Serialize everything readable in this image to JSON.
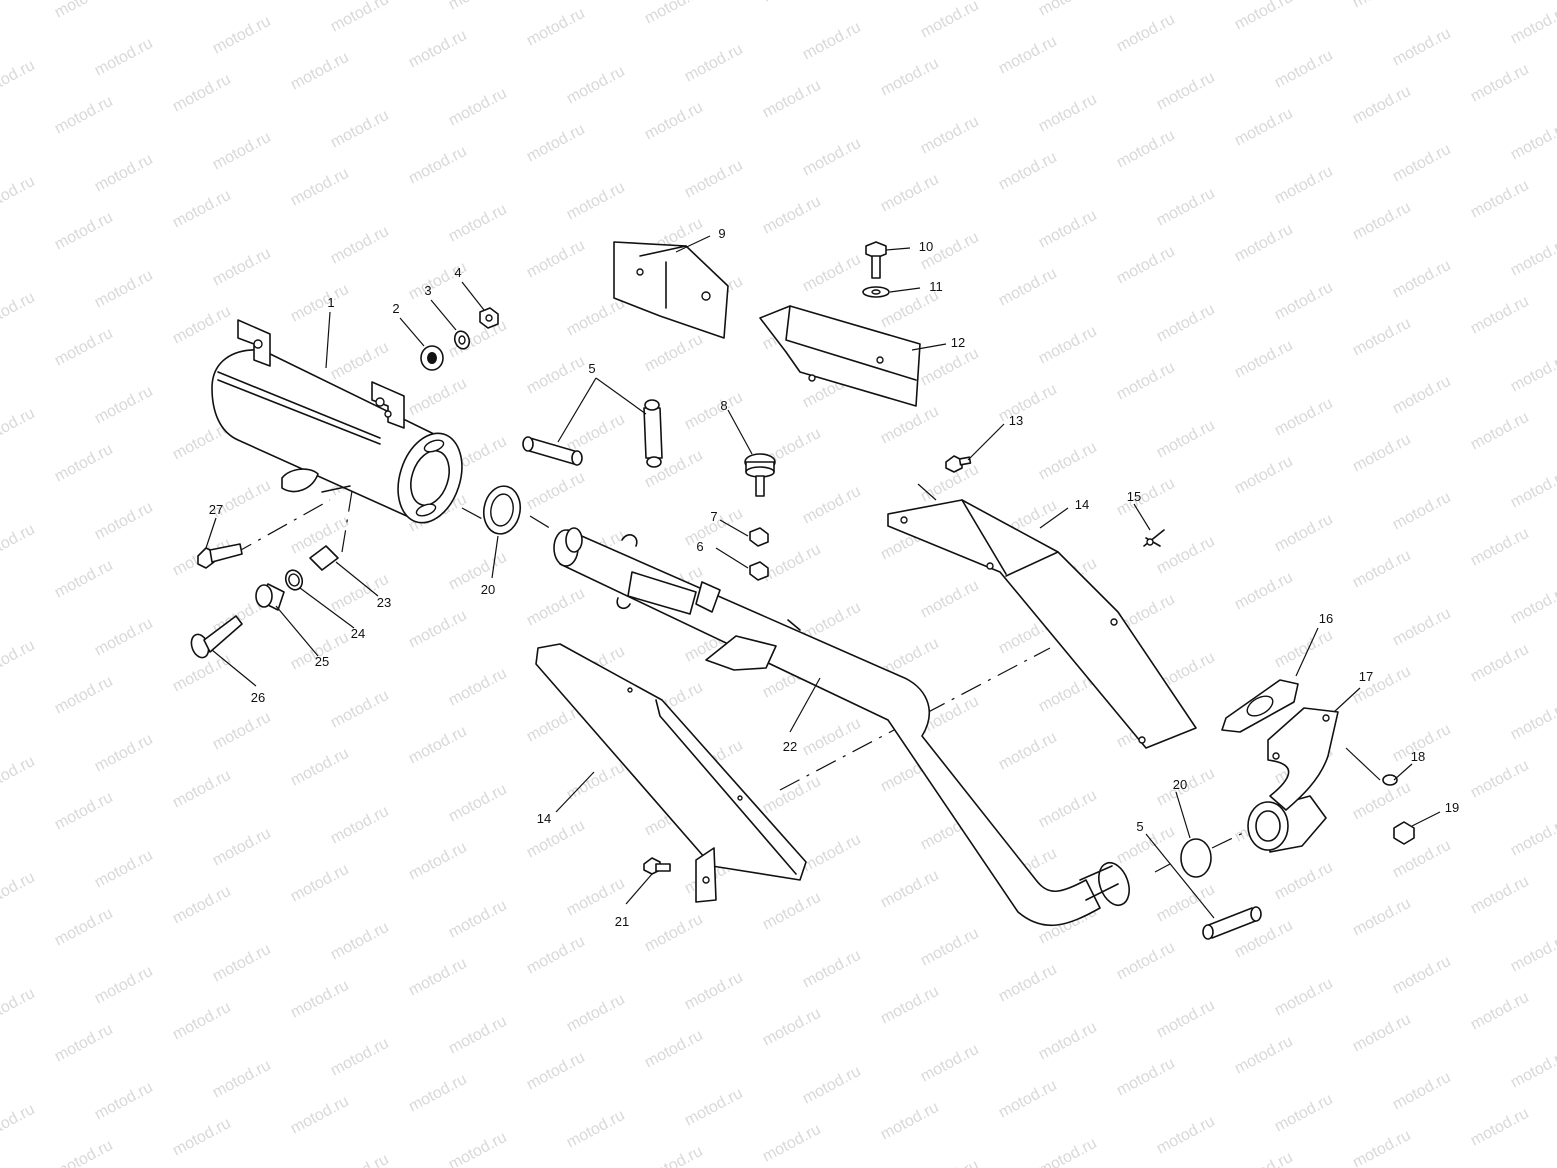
{
  "watermark": {
    "text": "motod.ru",
    "color": "#d9d9d9"
  },
  "callouts": {
    "c1": "1",
    "c2": "2",
    "c3": "3",
    "c4": "4",
    "c5a": "5",
    "c5b": "5",
    "c6": "6",
    "c7": "7",
    "c8": "8",
    "c9": "9",
    "c10": "10",
    "c11": "11",
    "c12": "12",
    "c13": "13",
    "c14a": "14",
    "c14b": "14",
    "c15": "15",
    "c16": "16",
    "c17": "17",
    "c18": "18",
    "c19": "19",
    "c20a": "20",
    "c20b": "20",
    "c21": "21",
    "c22": "22",
    "c23": "23",
    "c24": "24",
    "c25": "25",
    "c26": "26",
    "c27": "27"
  }
}
